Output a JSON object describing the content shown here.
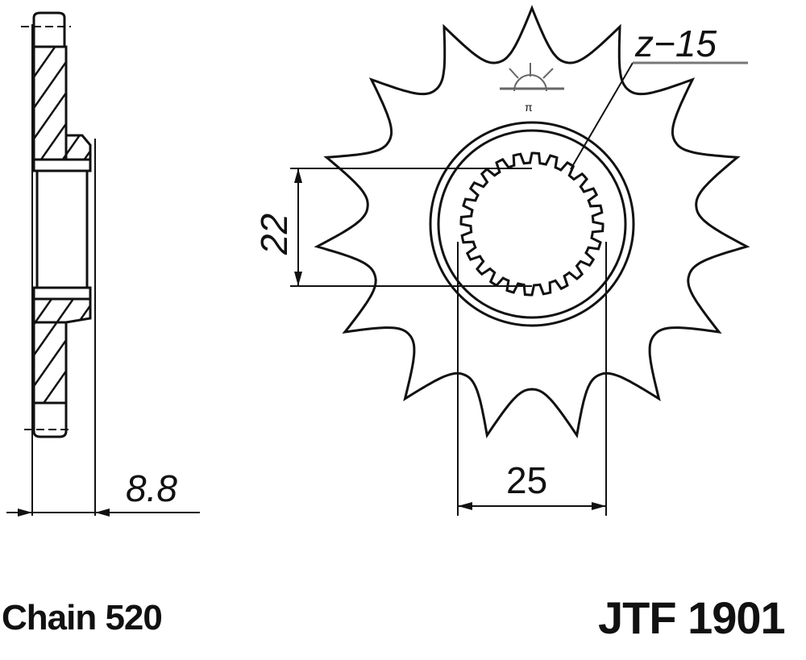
{
  "title": "JTF 1901",
  "chain": "Chain 520",
  "teeth_label": "z−15",
  "teeth_count": 15,
  "dimensions": {
    "bore_width": "22",
    "bore_diameter": "25",
    "thickness": "8.8"
  },
  "colors": {
    "ink": "#111111",
    "background": "#ffffff"
  }
}
